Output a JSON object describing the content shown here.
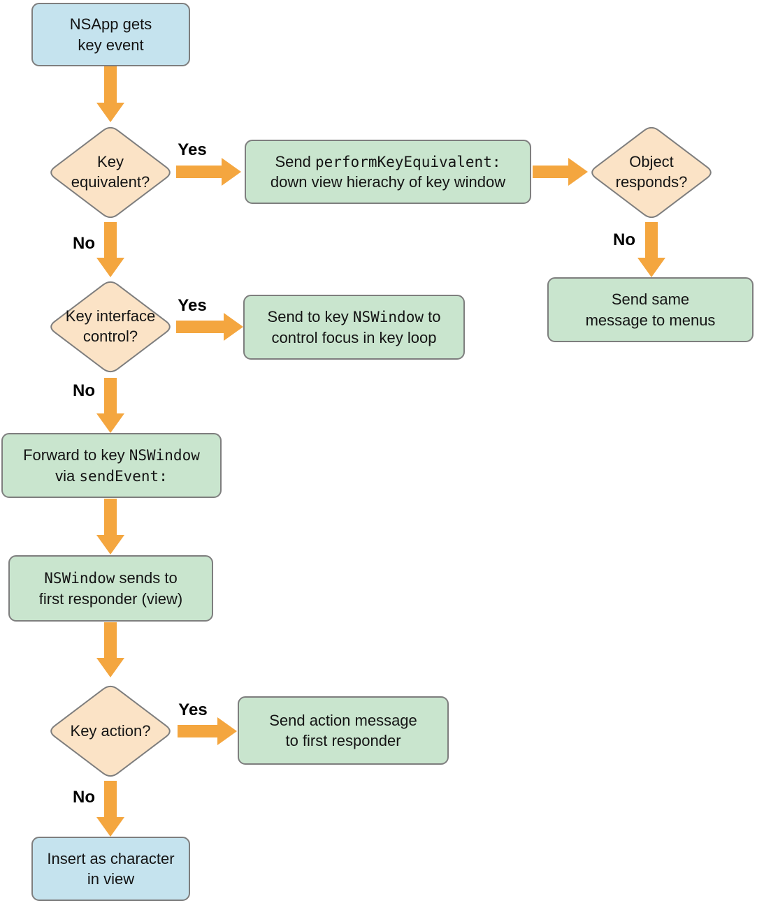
{
  "colors": {
    "node_blue": "#c5e3ee",
    "node_green": "#c9e5ce",
    "diamond_peach": "#fbe3c6",
    "arrow_orange": "#f4a63f",
    "border_gray": "#7e7e7e",
    "text": "#141414"
  },
  "nodes": {
    "start": {
      "line1": "NSApp gets",
      "line2": "key event"
    },
    "key_equivalent": {
      "line1": "Key",
      "line2": "equivalent?"
    },
    "perform_key_equivalent": {
      "line1_pre": "Send ",
      "line1_code": "performKeyEquivalent:",
      "line2": "down view hierachy of key window"
    },
    "object_responds": {
      "line1": "Object",
      "line2": "responds?"
    },
    "send_same_message": {
      "line1": "Send same",
      "line2": "message to menus"
    },
    "key_interface_control": {
      "line1": "Key interface",
      "line2": "control?"
    },
    "send_to_key_window": {
      "line1_pre": "Send to key ",
      "line1_code": "NSWindow",
      "line1_post": " to",
      "line2": "control focus in key loop"
    },
    "forward_to_key_window": {
      "line1_pre": "Forward to key ",
      "line1_code": "NSWindow",
      "line2_pre": "via ",
      "line2_code": "sendEvent:"
    },
    "window_sends": {
      "line1_code": "NSWindow",
      "line1_post": " sends to",
      "line2": "first responder (view)"
    },
    "key_action": {
      "line1": "Key action?"
    },
    "send_action_message": {
      "line1": "Send action message",
      "line2": "to first responder"
    },
    "insert_as_character": {
      "line1": "Insert as character",
      "line2": "in view"
    }
  },
  "edges": [
    {
      "from": "start",
      "to": "key_equivalent",
      "label": ""
    },
    {
      "from": "key_equivalent",
      "to": "perform_key_equivalent",
      "label": "Yes"
    },
    {
      "from": "perform_key_equivalent",
      "to": "object_responds",
      "label": ""
    },
    {
      "from": "object_responds",
      "to": "send_same_message",
      "label": "No"
    },
    {
      "from": "key_equivalent",
      "to": "key_interface_control",
      "label": "No"
    },
    {
      "from": "key_interface_control",
      "to": "send_to_key_window",
      "label": "Yes"
    },
    {
      "from": "key_interface_control",
      "to": "forward_to_key_window",
      "label": "No"
    },
    {
      "from": "forward_to_key_window",
      "to": "window_sends",
      "label": ""
    },
    {
      "from": "window_sends",
      "to": "key_action",
      "label": ""
    },
    {
      "from": "key_action",
      "to": "send_action_message",
      "label": "Yes"
    },
    {
      "from": "key_action",
      "to": "insert_as_character",
      "label": "No"
    }
  ]
}
